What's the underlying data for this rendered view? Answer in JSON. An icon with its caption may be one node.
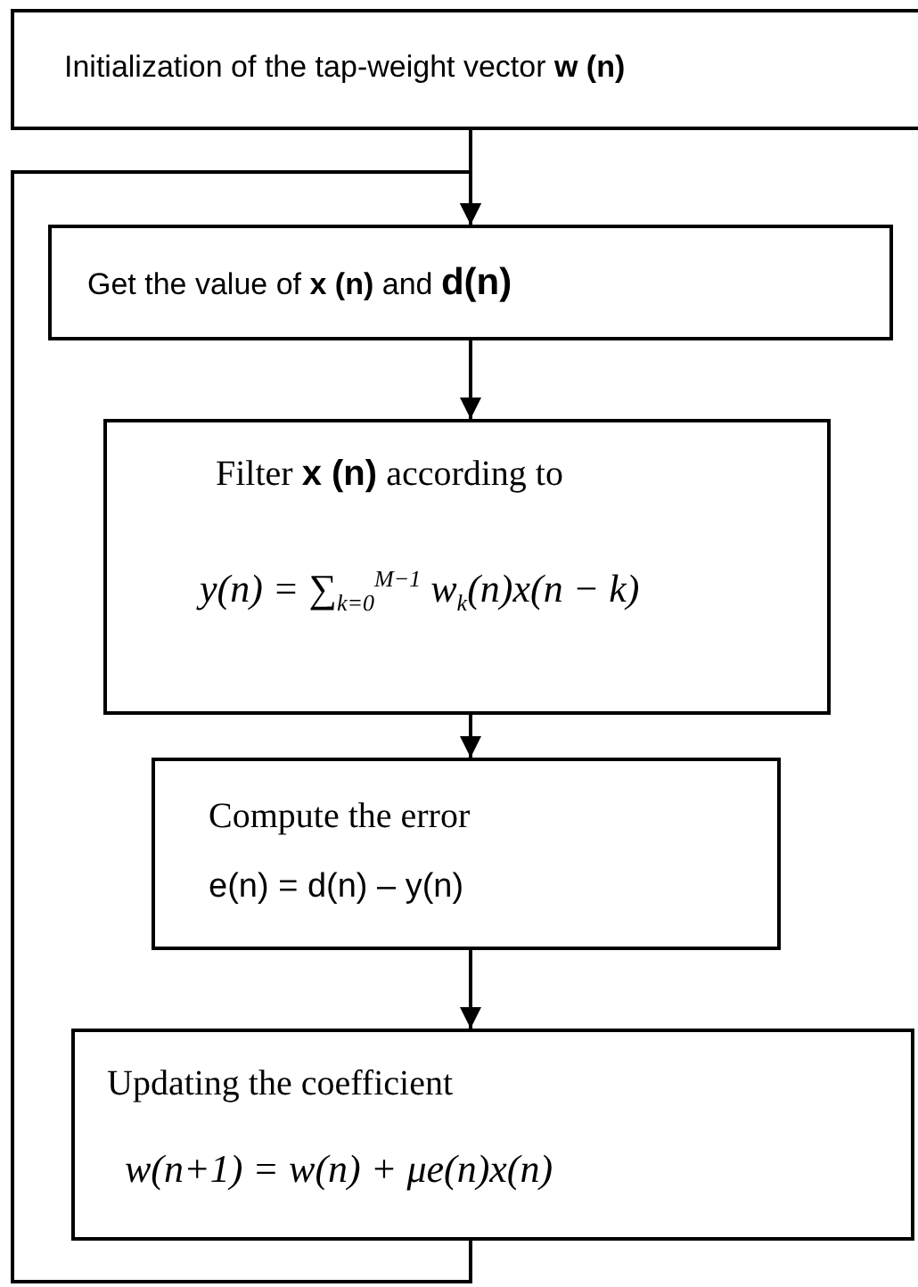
{
  "diagram": {
    "nodes": [
      {
        "text": [
          "Initialization of the tap-weight vector **w (n)**"
        ]
      },
      {
        "text": [
          "Get the value of **x (n)** and **d(n)**"
        ]
      },
      {
        "text": [
          "Filter **x (n)** according to",
          "y(n) = ∑$_{k=0}$$^{M−1}$ w$_{k}$(n)x(n − k)"
        ]
      },
      {
        "text": [
          "Compute the error",
          "e(n) = d(n) – y(n)"
        ]
      },
      {
        "text": [
          "Updating the coefficient",
          "w(n+1) = w(n) + μe(n)x(n)"
        ]
      }
    ],
    "edges": [
      {
        "from": 0,
        "to": 1,
        "arrow": "to"
      },
      {
        "from": 1,
        "to": 2,
        "arrow": "to"
      },
      {
        "from": 2,
        "to": 3,
        "arrow": "to"
      },
      {
        "from": 3,
        "to": 4,
        "arrow": "to"
      },
      {
        "from": 4,
        "to": 1,
        "arrow": "to"
      }
    ]
  }
}
